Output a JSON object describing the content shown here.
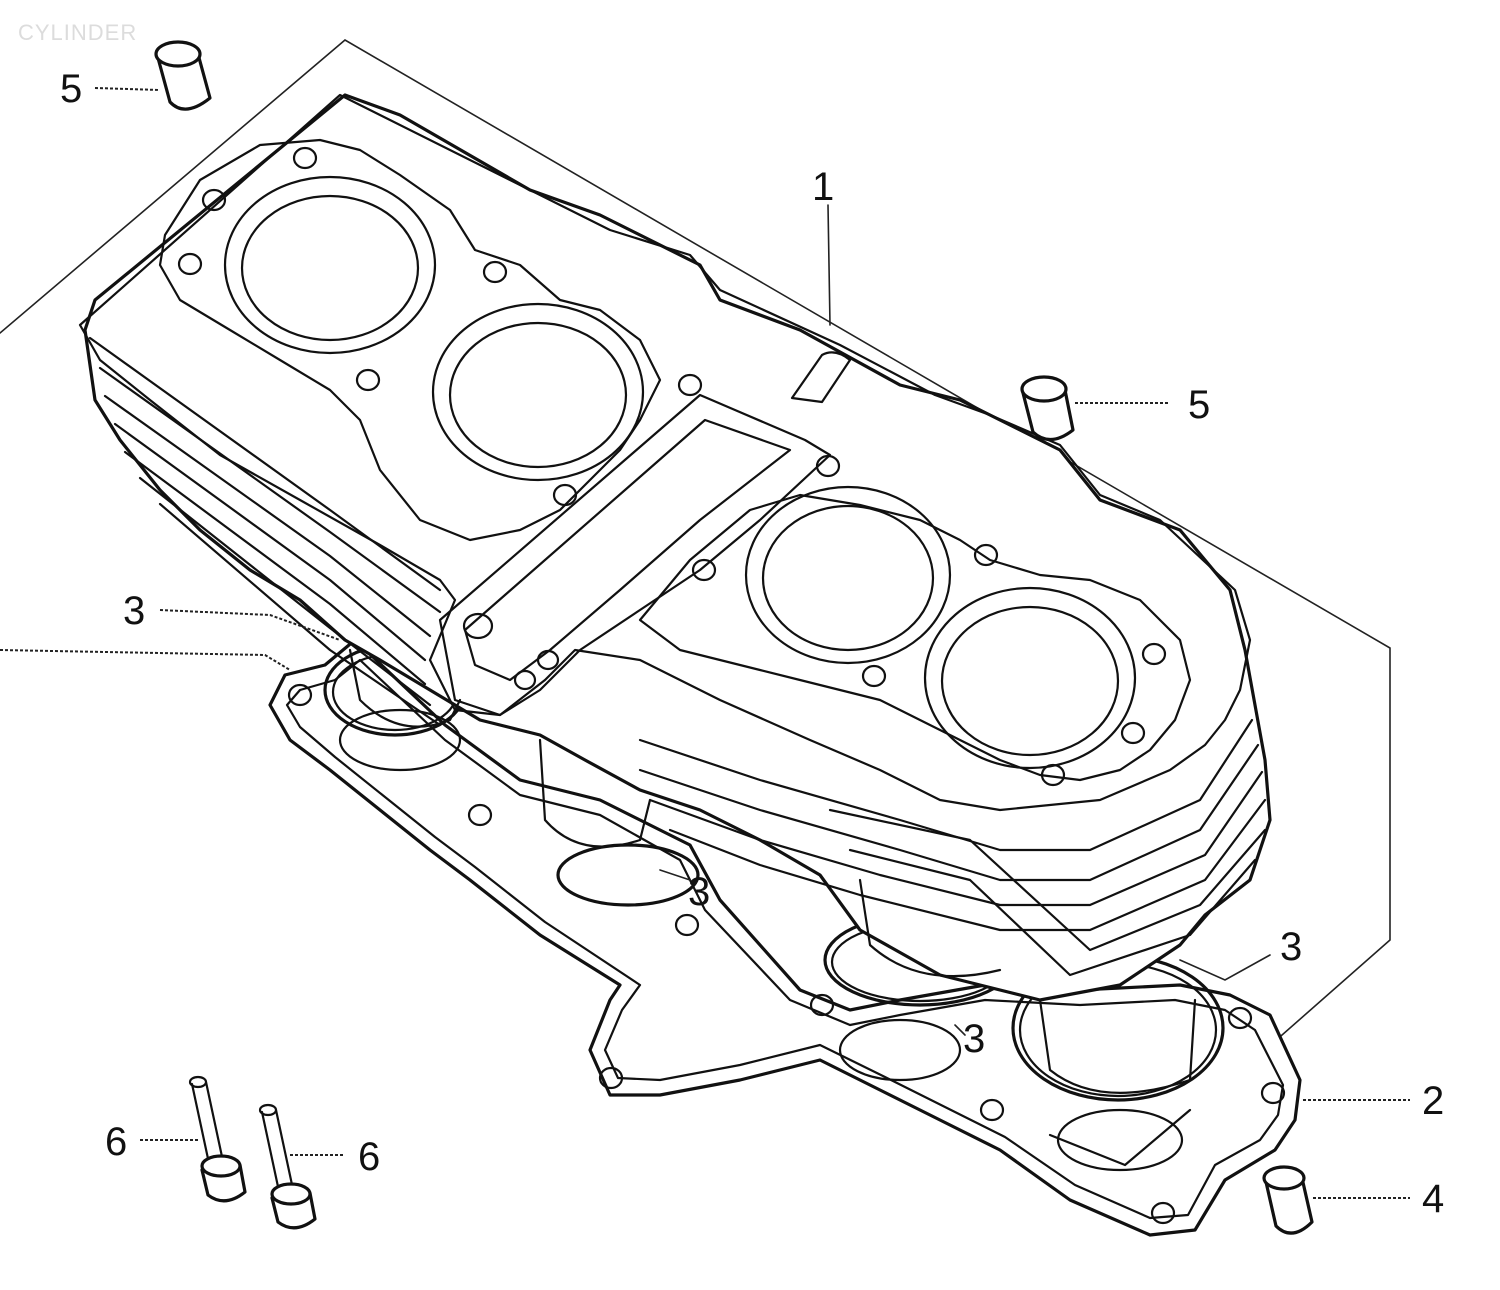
{
  "title": "CYLINDER",
  "callouts": {
    "c1": "1",
    "c2": "2",
    "c3a": "3",
    "c3b": "3",
    "c3c": "3",
    "c3d": "3",
    "c4": "4",
    "c5a": "5",
    "c5b": "5",
    "c6a": "6",
    "c6b": "6"
  }
}
